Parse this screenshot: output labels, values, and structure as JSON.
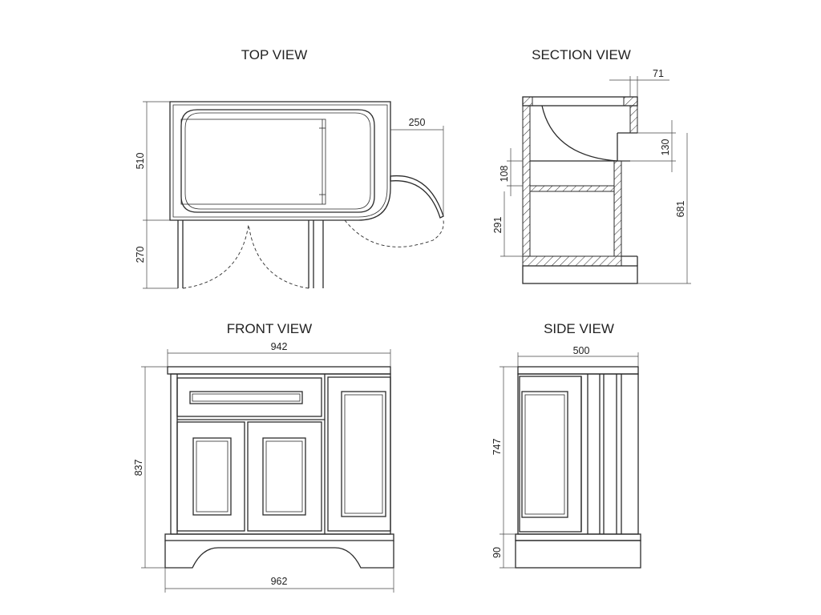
{
  "views": {
    "top": {
      "title": "TOP VIEW",
      "dims": {
        "depth": "510",
        "door_swing": "270",
        "offset": "250"
      }
    },
    "section": {
      "title": "SECTION VIEW",
      "dims": {
        "rim": "71",
        "bowl": "130",
        "shelf_gap": "108",
        "lower": "291",
        "height": "681"
      }
    },
    "front": {
      "title": "FRONT VIEW",
      "dims": {
        "top_width": "942",
        "height": "837",
        "base_width": "962"
      }
    },
    "side": {
      "title": "SIDE VIEW",
      "dims": {
        "depth": "500",
        "height": "747",
        "plinth": "90"
      }
    }
  }
}
